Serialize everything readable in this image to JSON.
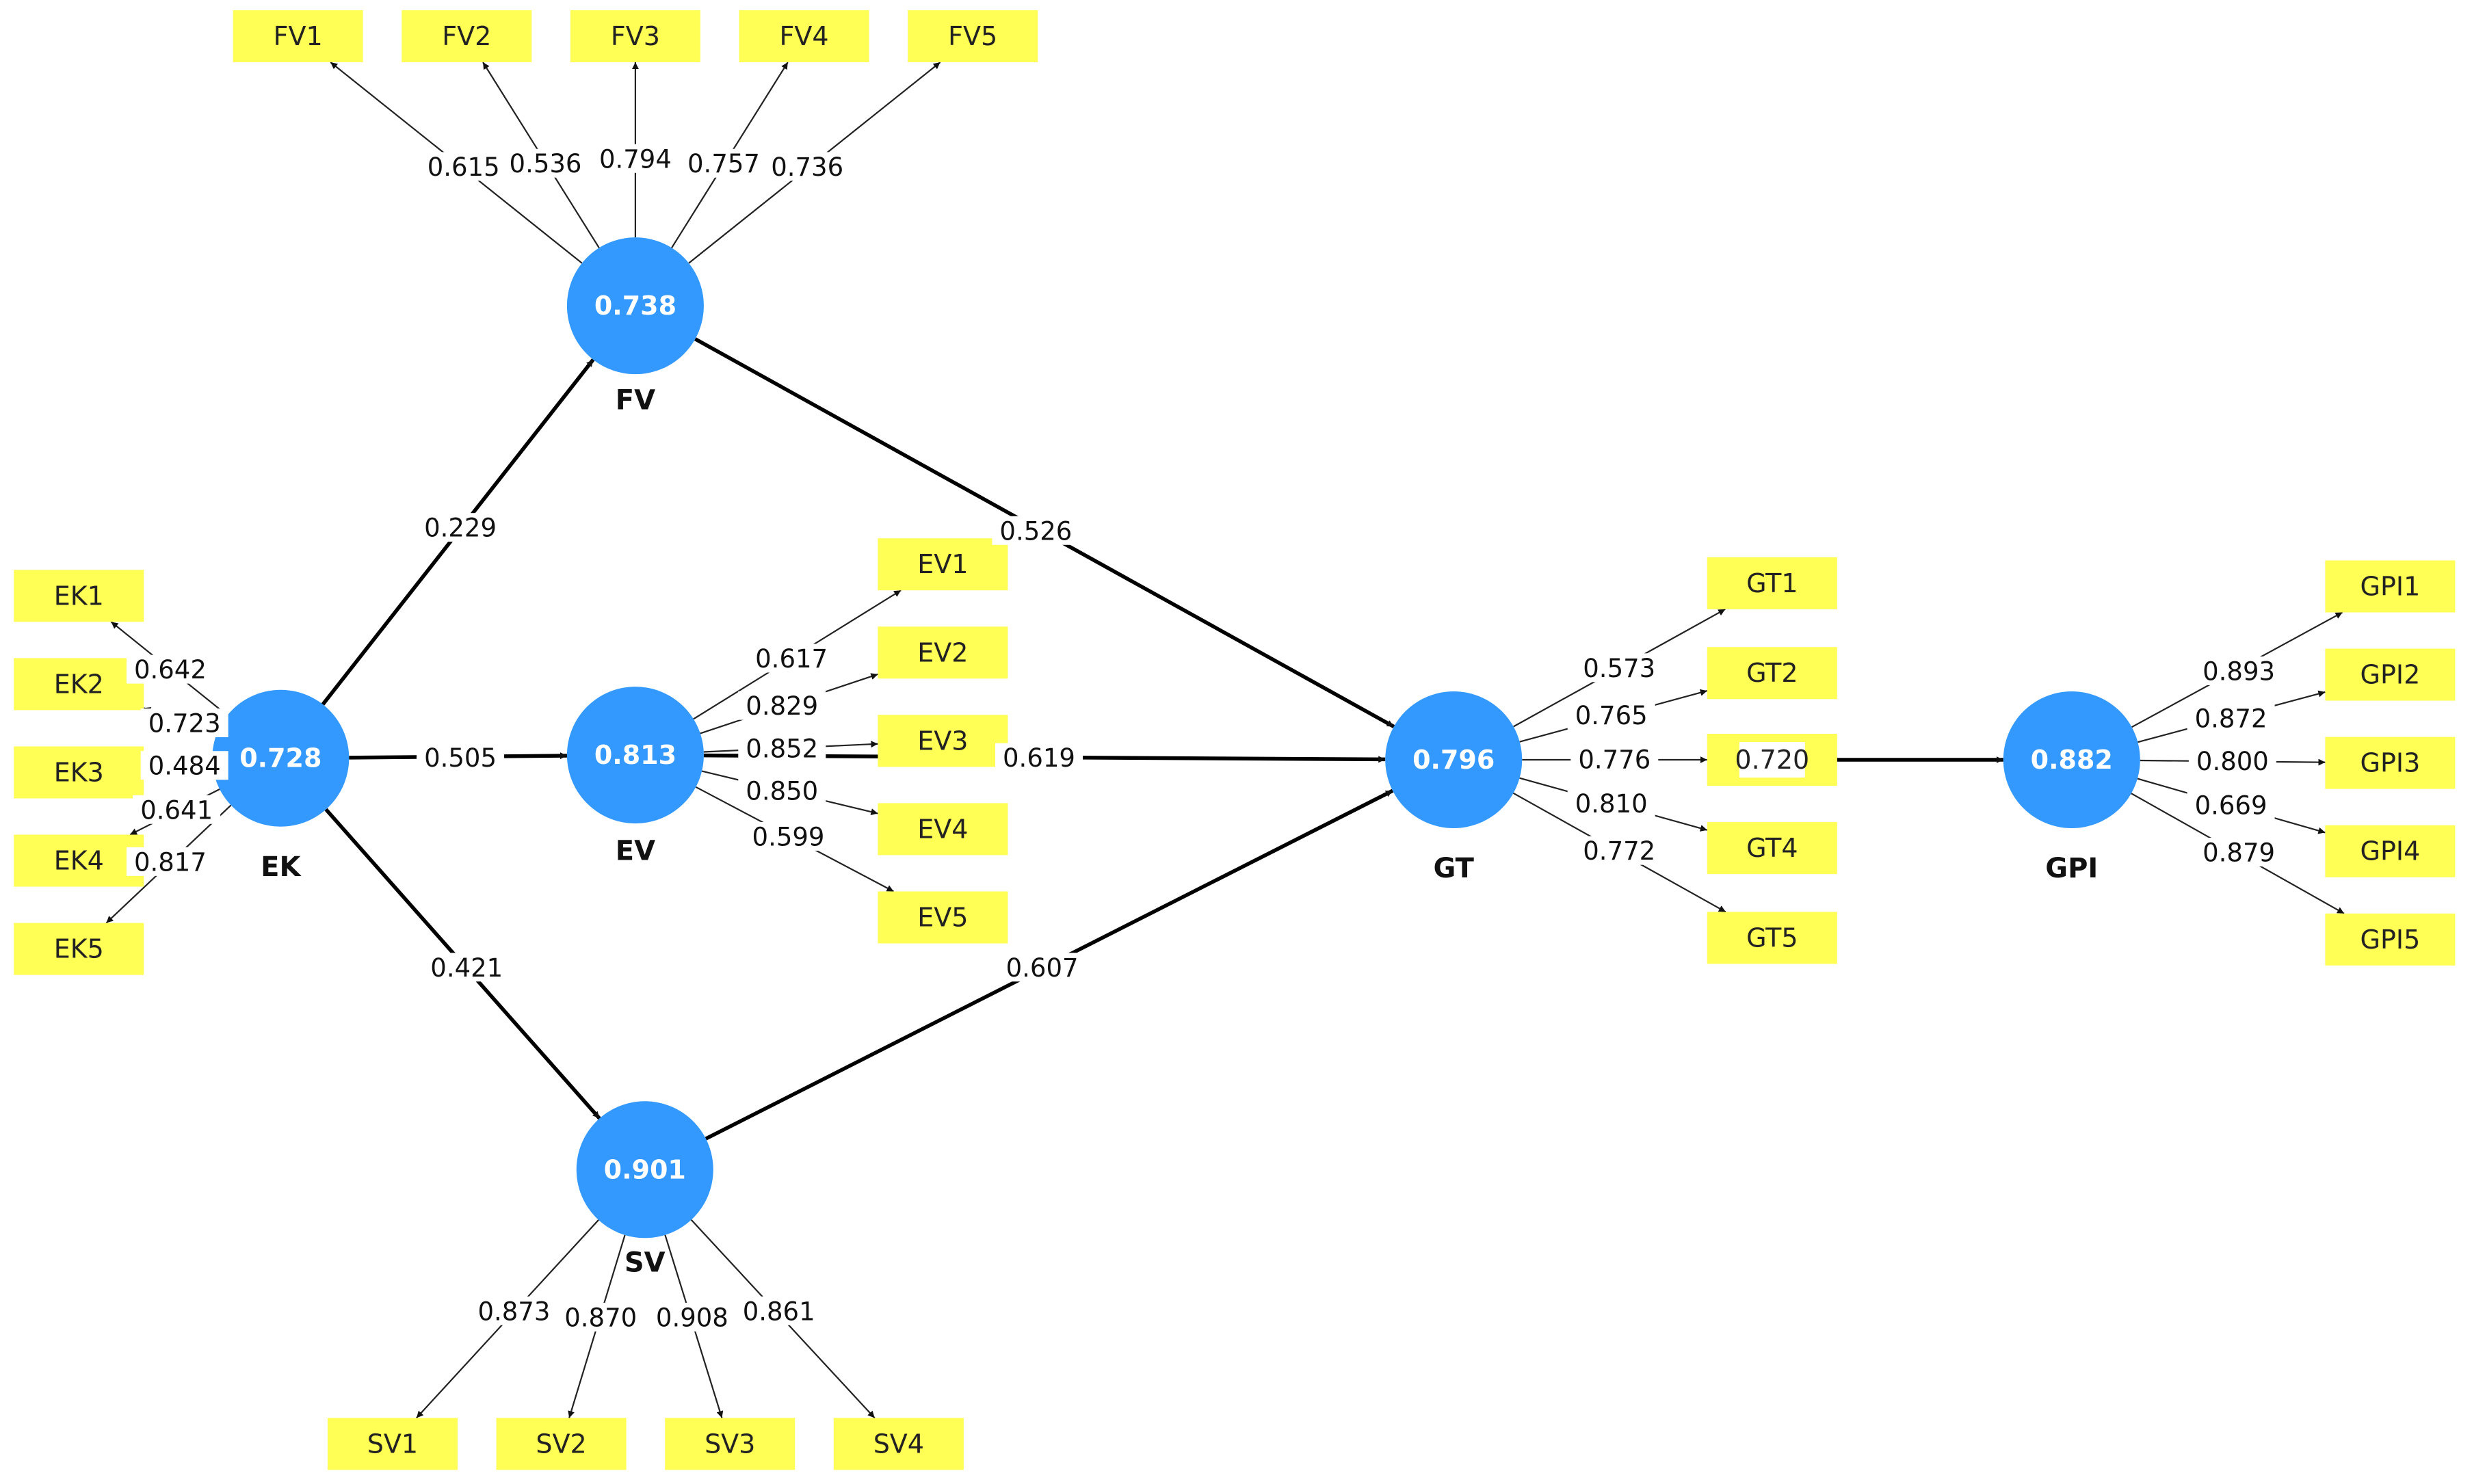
{
  "colors": {
    "latent": "#3399ff",
    "indicator": "#ffff55",
    "line": "#000000"
  },
  "latents": [
    {
      "id": "EK",
      "label": "EK",
      "value": "0.728"
    },
    {
      "id": "FV",
      "label": "FV",
      "value": "0.738"
    },
    {
      "id": "EV",
      "label": "EV",
      "value": "0.813"
    },
    {
      "id": "SV",
      "label": "SV",
      "value": "0.901"
    },
    {
      "id": "GT",
      "label": "GT",
      "value": "0.796"
    },
    {
      "id": "GPI",
      "label": "GPI",
      "value": "0.882"
    }
  ],
  "indicators": [
    {
      "id": "EK1",
      "label": "EK1",
      "latent": "EK",
      "loading": "0.642"
    },
    {
      "id": "EK2",
      "label": "EK2",
      "latent": "EK",
      "loading": "0.723"
    },
    {
      "id": "EK3",
      "label": "EK3",
      "latent": "EK",
      "loading": "0.484"
    },
    {
      "id": "EK4",
      "label": "EK4",
      "latent": "EK",
      "loading": "0.641"
    },
    {
      "id": "EK5",
      "label": "EK5",
      "latent": "EK",
      "loading": "0.817"
    },
    {
      "id": "FV1",
      "label": "FV1",
      "latent": "FV",
      "loading": "0.615"
    },
    {
      "id": "FV2",
      "label": "FV2",
      "latent": "FV",
      "loading": "0.536"
    },
    {
      "id": "FV3",
      "label": "FV3",
      "latent": "FV",
      "loading": "0.794"
    },
    {
      "id": "FV4",
      "label": "FV4",
      "latent": "FV",
      "loading": "0.757"
    },
    {
      "id": "FV5",
      "label": "FV5",
      "latent": "FV",
      "loading": "0.736"
    },
    {
      "id": "EV1",
      "label": "EV1",
      "latent": "EV",
      "loading": "0.617"
    },
    {
      "id": "EV2",
      "label": "EV2",
      "latent": "EV",
      "loading": "0.829"
    },
    {
      "id": "EV3",
      "label": "EV3",
      "latent": "EV",
      "loading": "0.852"
    },
    {
      "id": "EV4",
      "label": "EV4",
      "latent": "EV",
      "loading": "0.850"
    },
    {
      "id": "EV5",
      "label": "EV5",
      "latent": "EV",
      "loading": "0.599"
    },
    {
      "id": "SV1",
      "label": "SV1",
      "latent": "SV",
      "loading": "0.873"
    },
    {
      "id": "SV2",
      "label": "SV2",
      "latent": "SV",
      "loading": "0.870"
    },
    {
      "id": "SV3",
      "label": "SV3",
      "latent": "SV",
      "loading": "0.908"
    },
    {
      "id": "SV4",
      "label": "SV4",
      "latent": "SV",
      "loading": "0.861"
    },
    {
      "id": "GT1",
      "label": "GT1",
      "latent": "GT",
      "loading": "0.573"
    },
    {
      "id": "GT2",
      "label": "GT2",
      "latent": "GT",
      "loading": "0.765"
    },
    {
      "id": "GT3",
      "label": "0.720",
      "latent": "GT",
      "loading": "0.776"
    },
    {
      "id": "GT4",
      "label": "GT4",
      "latent": "GT",
      "loading": "0.810"
    },
    {
      "id": "GT5",
      "label": "GT5",
      "latent": "GT",
      "loading": "0.772"
    },
    {
      "id": "GPI1",
      "label": "GPI1",
      "latent": "GPI",
      "loading": "0.893"
    },
    {
      "id": "GPI2",
      "label": "GPI2",
      "latent": "GPI",
      "loading": "0.872"
    },
    {
      "id": "GPI3",
      "label": "GPI3",
      "latent": "GPI",
      "loading": "0.800"
    },
    {
      "id": "GPI4",
      "label": "GPI4",
      "latent": "GPI",
      "loading": "0.669"
    },
    {
      "id": "GPI5",
      "label": "GPI5",
      "latent": "GPI",
      "loading": "0.879"
    }
  ],
  "paths": [
    {
      "from": "EK",
      "to": "FV",
      "coef": "0.229"
    },
    {
      "from": "EK",
      "to": "EV",
      "coef": "0.505"
    },
    {
      "from": "EK",
      "to": "SV",
      "coef": "0.421"
    },
    {
      "from": "FV",
      "to": "GT",
      "coef": "0.526"
    },
    {
      "from": "EV",
      "to": "GT",
      "coef": "0.619"
    },
    {
      "from": "SV",
      "to": "GT",
      "coef": "0.607"
    },
    {
      "from": "GT",
      "to": "GPI",
      "coef": ""
    }
  ]
}
